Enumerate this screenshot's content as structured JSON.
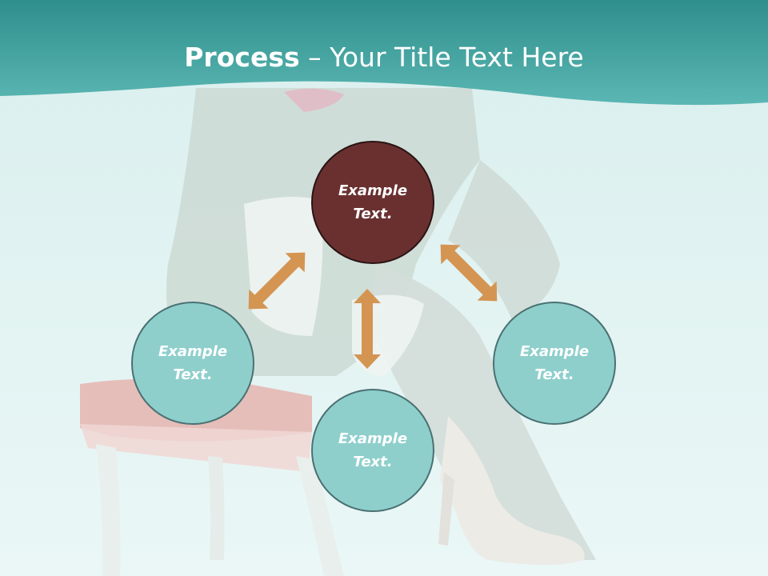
{
  "title": {
    "bold": "Process",
    "rest": " – Your Title Text Here"
  },
  "nodes": {
    "top": "Example Text.",
    "left": "Example Text.",
    "right": "Example Text.",
    "bottom": "Example Text."
  },
  "colors": {
    "header": "#4aa9a6",
    "background": "#dff2f1",
    "node_teal": "#8ecfcc",
    "node_dark": "#6a3030",
    "arrow": "#d49552"
  }
}
